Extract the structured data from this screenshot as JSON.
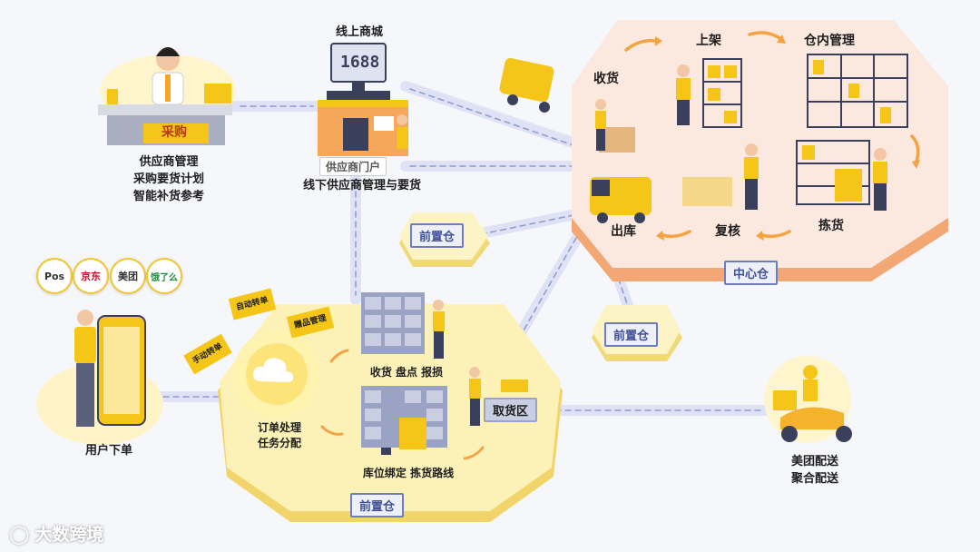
{
  "center_warehouse": {
    "title": "中心仓",
    "steps": {
      "receive": "收货",
      "shelve": "上架",
      "manage": "仓内管理",
      "pick": "拣货",
      "review": "复核",
      "outbound": "出库"
    }
  },
  "front_warehouse": {
    "title": "前置仓",
    "small_a": "前置仓",
    "small_b": "前置仓",
    "inbound": "收货 盘点 报损",
    "binding": "库位绑定 拣货路线",
    "pickup_area": "取货区",
    "order_processing": [
      "订单处理",
      "任务分配"
    ],
    "cards": [
      "自动转单",
      "赠品管理",
      "手动转单"
    ]
  },
  "supplier": {
    "online_mall": "线上商城",
    "screen_text": "1688",
    "portal": "供应商门户",
    "portal_caption": "线下供应商管理与要货"
  },
  "purchasing": {
    "desk_sign": "采购",
    "lines": [
      "供应商管理",
      "采购要货计划",
      "智能补货参考"
    ]
  },
  "customer": {
    "caption": "用户下单",
    "channels": [
      "Pos",
      "京东",
      "美团",
      "饿了么"
    ]
  },
  "delivery": {
    "lines": [
      "美团配送",
      "聚合配送"
    ]
  },
  "watermark": {
    "brand": "大数跨境"
  },
  "colors": {
    "accent_yellow": "#f5c518",
    "hex_beige": "#fbe9df",
    "hex_yellow": "#fcf2b8",
    "connector": "#dfe2f4",
    "tag_border": "#6f7dbd"
  }
}
